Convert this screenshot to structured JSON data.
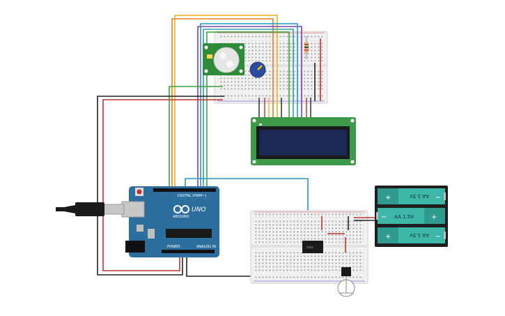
{
  "arduino": {
    "model": "UNO",
    "brand": "ARDUINO",
    "digital_header": "DIGITAL (PWM~)",
    "power_header": "POWER",
    "analog_header": "ANALOG IN",
    "board_color": "#2c6f9e"
  },
  "battery_pack": {
    "cells": [
      "AA 1.5V",
      "AA 1.5V",
      "AA 1.5V"
    ],
    "plus": "+",
    "minus": "−"
  },
  "colors": {
    "wire_red": "#c0312b",
    "wire_black": "#202020",
    "wire_yellow": "#e7b41f",
    "wire_orange": "#e0801a",
    "wire_green": "#3aa23a",
    "wire_blue": "#2496c9",
    "wire_purple": "#7a3ea0",
    "wire_teal": "#2aa0b0",
    "lcd_screen": "#1b2a55",
    "lcd_board": "#3d9a4a",
    "pir_board": "#2e8b3a",
    "battery_cell": "#3cb7a8"
  }
}
